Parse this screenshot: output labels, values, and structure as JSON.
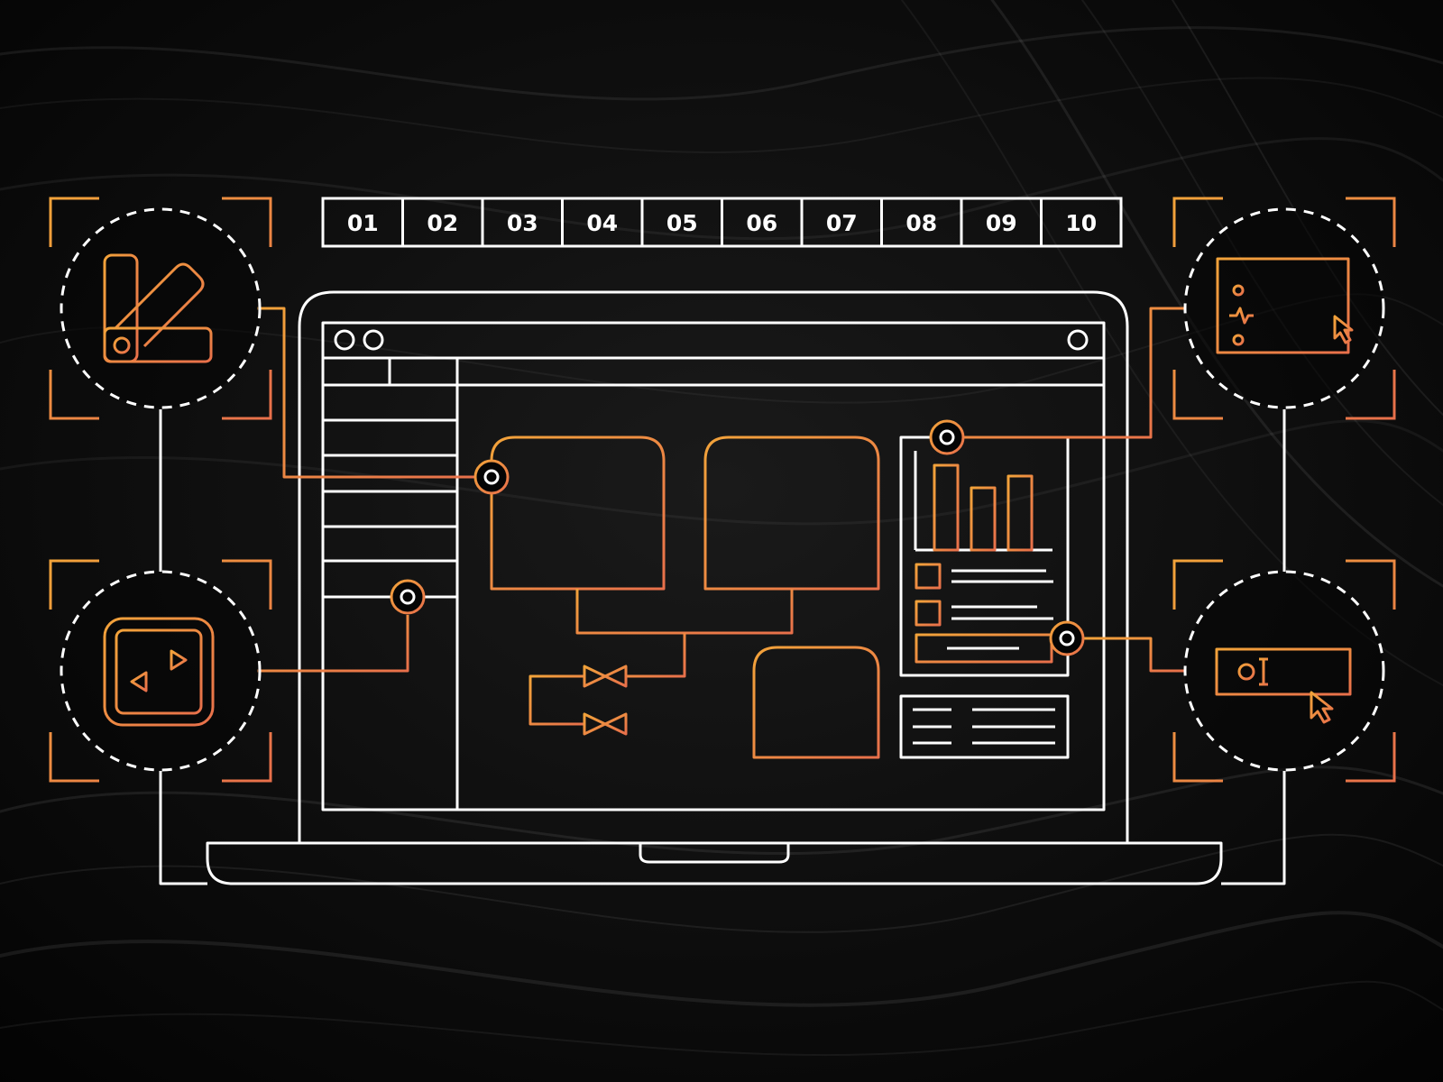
{
  "numbers": [
    "01",
    "02",
    "03",
    "04",
    "05",
    "06",
    "07",
    "08",
    "09",
    "10"
  ],
  "colors": {
    "background": "#050505",
    "outline": "#ffffff",
    "accent_orange": "#ef8b2c",
    "accent_coral": "#e8704b",
    "accent_amber": "#f2a33a"
  },
  "icons": {
    "top_left": "color-swatch-icon",
    "bottom_left": "swap-arrows-icon",
    "top_right": "data-table-icon",
    "bottom_right": "input-cursor-icon"
  }
}
